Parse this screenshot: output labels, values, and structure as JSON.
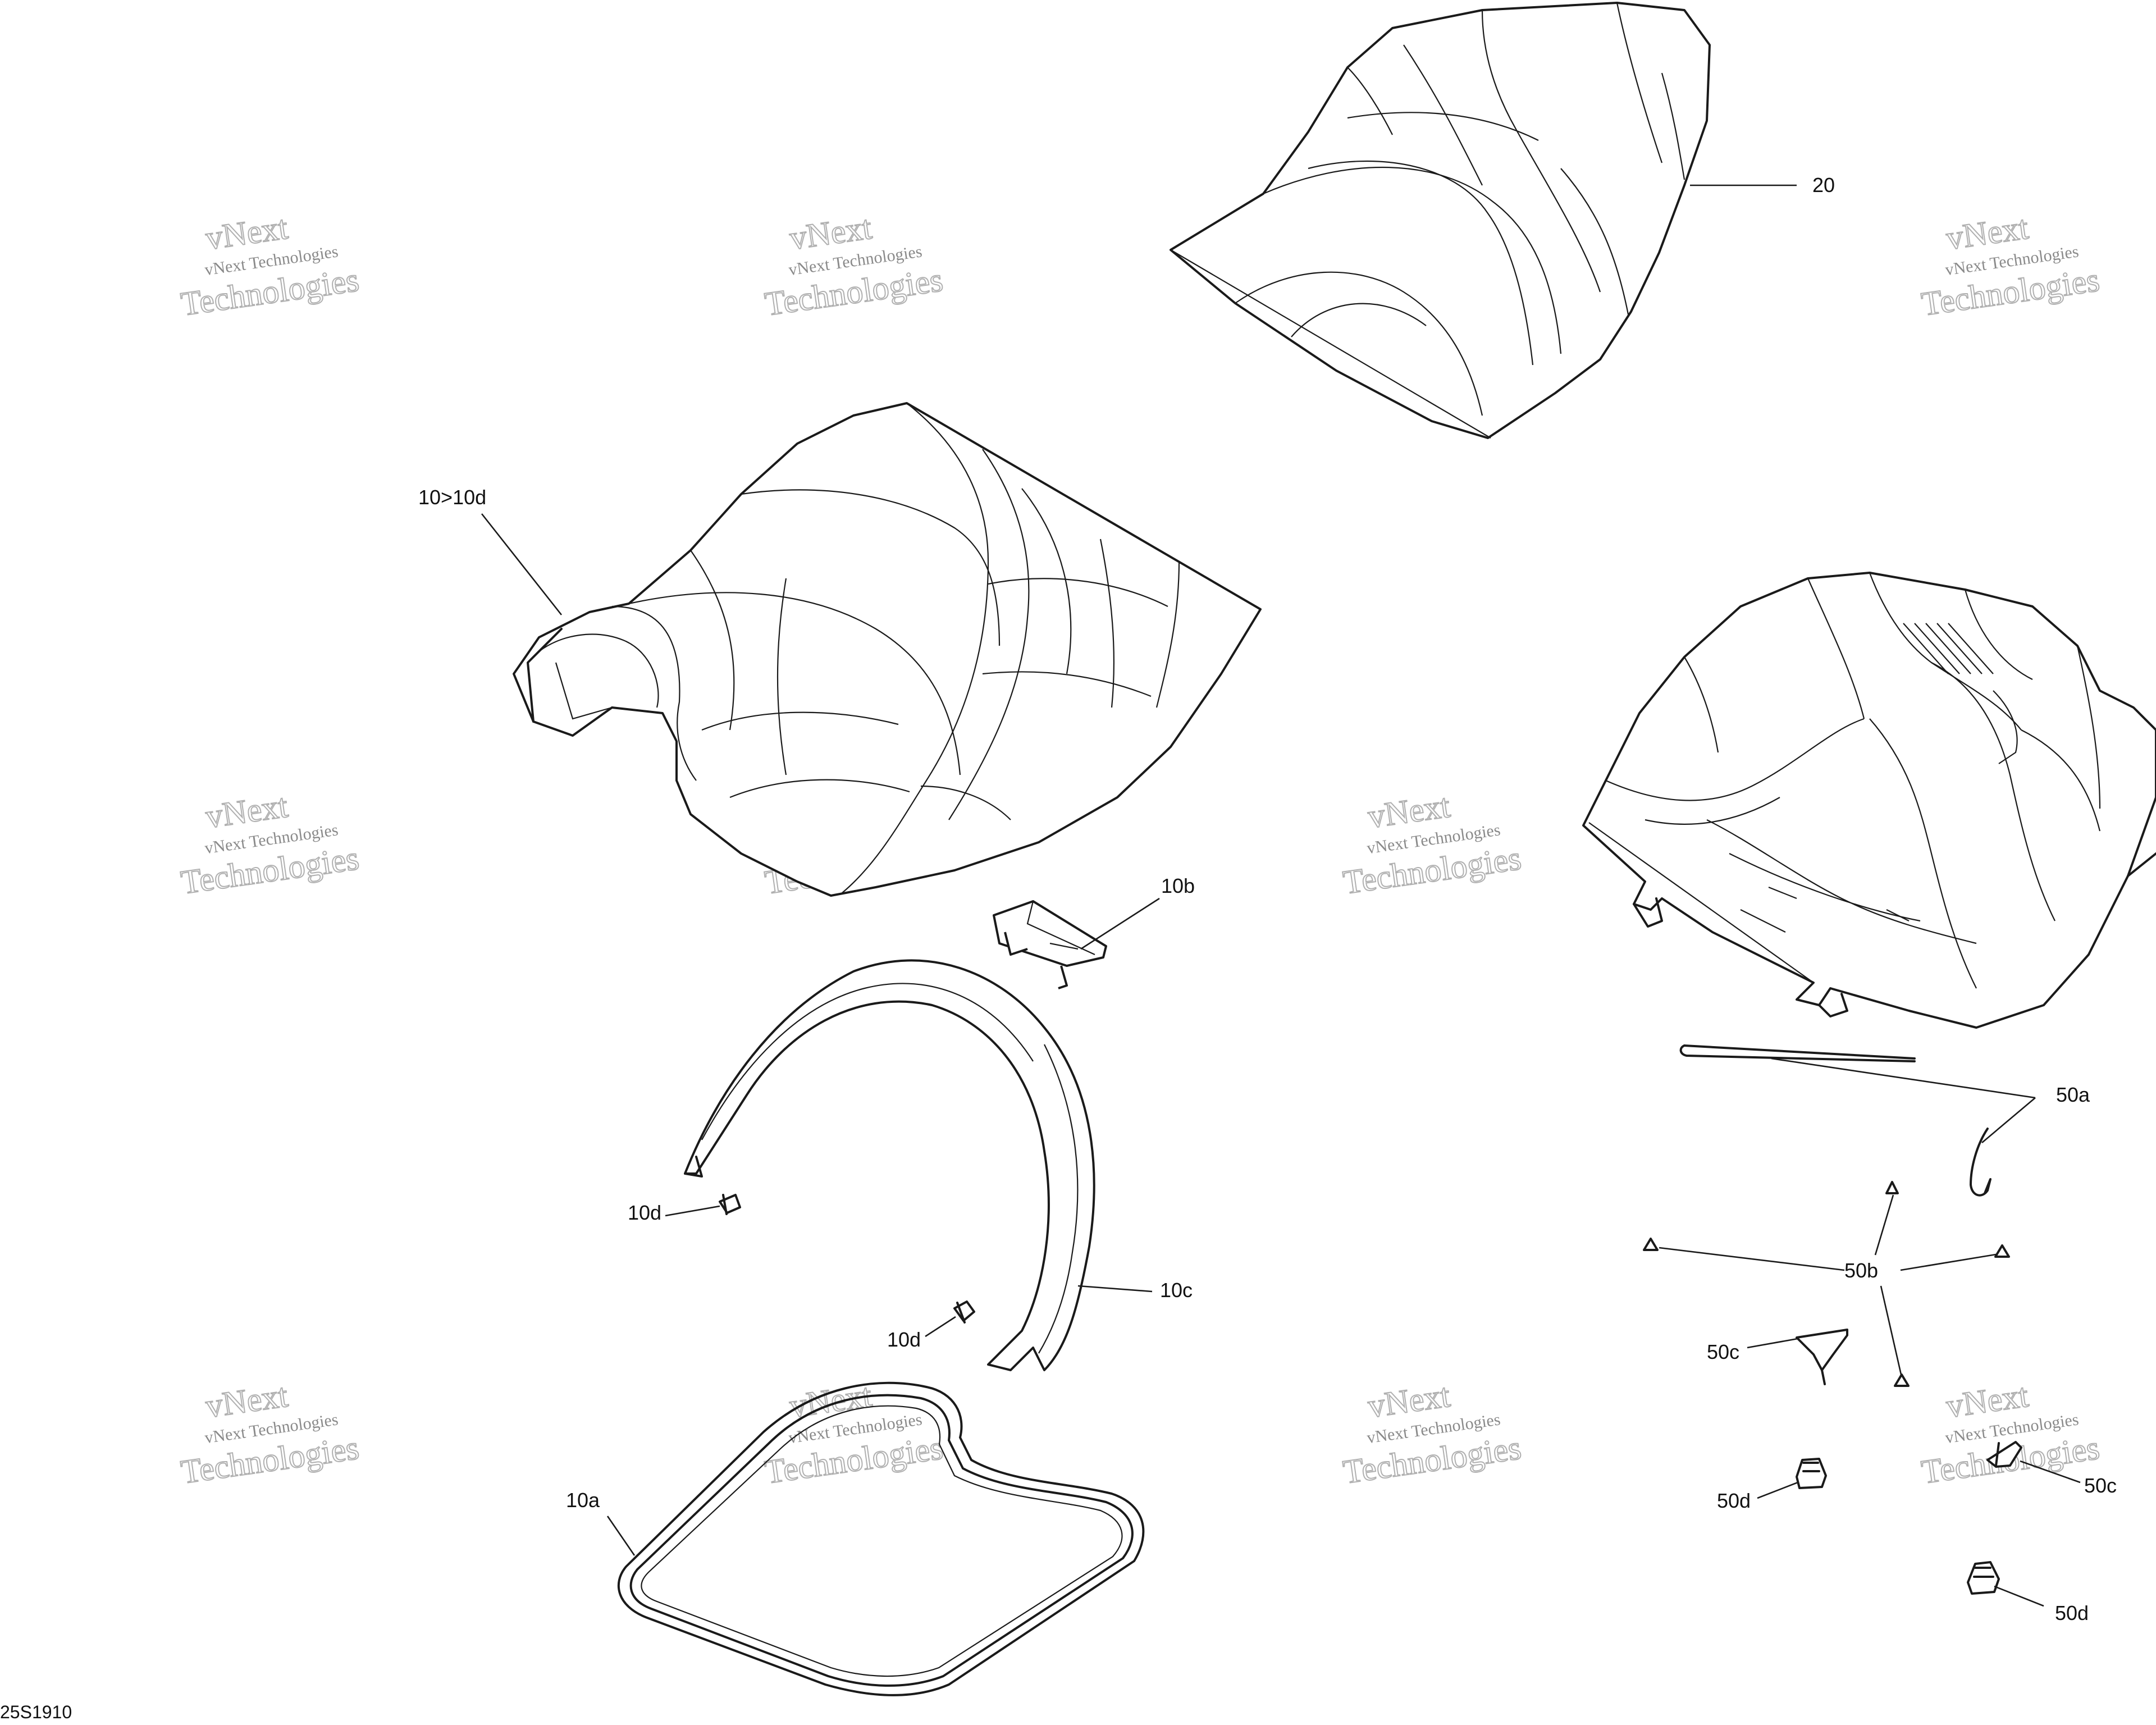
{
  "diagram": {
    "drawing_code": "25S1910",
    "watermark": {
      "line1": "vNext",
      "line2": "vNext Technologies",
      "line3": "Technologies"
    },
    "callouts": {
      "c20": "20",
      "c10_10d": "10>10d",
      "c10b": "10b",
      "c10d_upper": "10d",
      "c10c": "10c",
      "c10d_lower": "10d",
      "c10a": "10a",
      "c50a": "50a",
      "c50b": "50b",
      "c50c_left": "50c",
      "c50c_right": "50c",
      "c50d_left": "50d",
      "c50d_right": "50d"
    }
  }
}
